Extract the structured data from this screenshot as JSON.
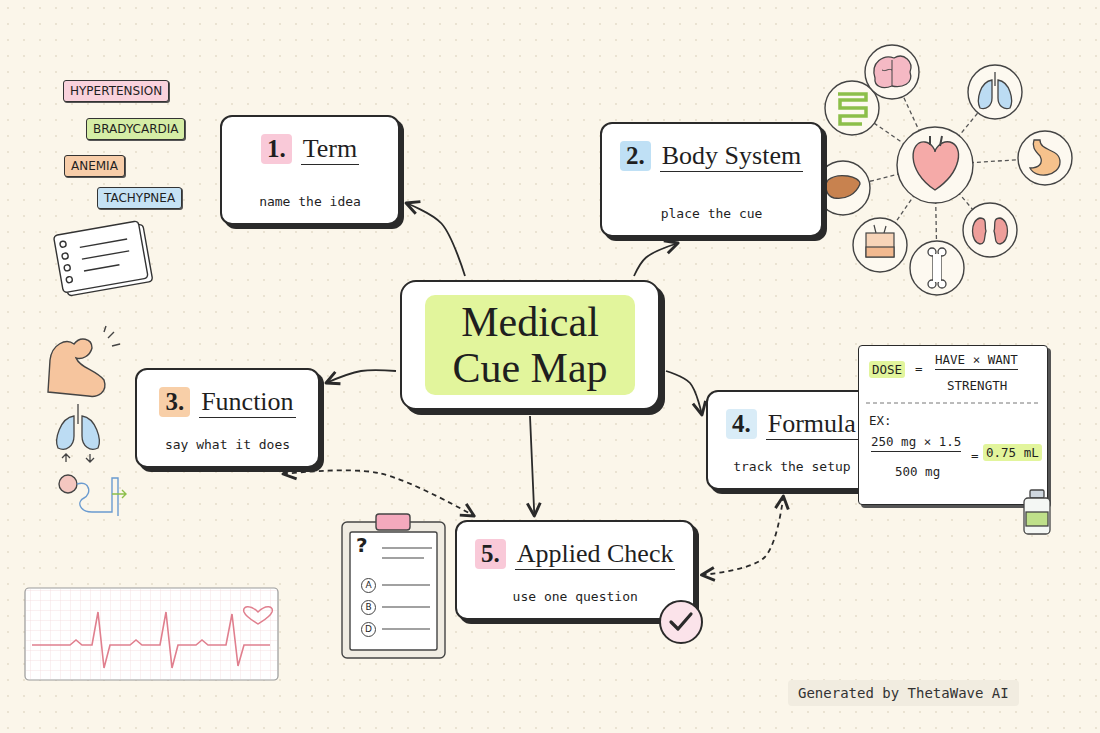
{
  "diagram": {
    "nodes": [
      {
        "text": [
          "HYPERTENSION"
        ]
      },
      {
        "text": [
          "BRADYCARDIA"
        ]
      },
      {
        "text": [
          "ANEMIA"
        ]
      },
      {
        "text": [
          "TACHYPNEA"
        ]
      },
      {
        "text": [
          "1.",
          "Term",
          "name the idea"
        ]
      },
      {
        "text": [
          "2.",
          "Body System",
          "place the cue"
        ]
      },
      {
        "text": [
          "Medical Cue Map"
        ]
      },
      {
        "text": [
          "3.",
          "Function",
          "say what it does"
        ]
      },
      {
        "text": [
          "4.",
          "Formula",
          "track the setup"
        ]
      },
      {
        "text": [
          "DOSE",
          "=",
          "HAVE × WANT",
          "STRENGTH",
          "EX:",
          "250 mg × 1.5",
          "500 mg",
          "=",
          "0.75 mL"
        ]
      },
      {
        "text": [
          "5.",
          "Applied Check",
          "use one question"
        ]
      }
    ],
    "edges": [
      {
        "from": 6,
        "to": 4,
        "arrow": "to"
      },
      {
        "from": 6,
        "to": 5,
        "arrow": "to"
      },
      {
        "from": 6,
        "to": 7,
        "arrow": "to"
      },
      {
        "from": 6,
        "to": 8,
        "arrow": "to"
      },
      {
        "from": 6,
        "to": 10,
        "arrow": "to"
      },
      {
        "from": 7,
        "to": 10,
        "arrow": "both"
      },
      {
        "from": 8,
        "to": 10,
        "arrow": "both"
      }
    ],
    "labels": [
      "?",
      "A",
      "B",
      "D",
      "Generated by ThetaWave AI"
    ]
  }
}
